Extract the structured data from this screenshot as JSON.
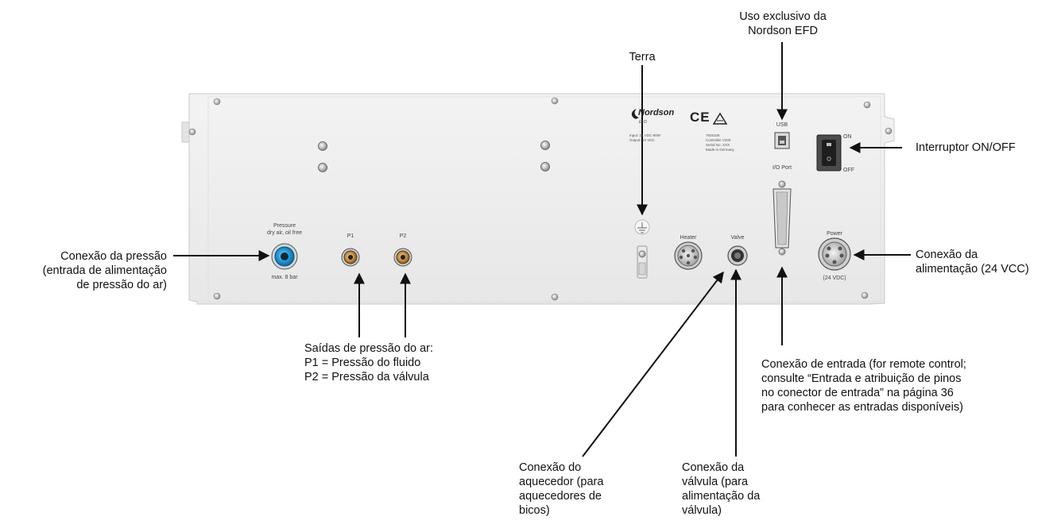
{
  "callouts": {
    "terra": "Terra",
    "uso_exclusivo": [
      "Uso exclusivo da",
      "Nordson EFD"
    ],
    "interruptor": "Interruptor ON/OFF",
    "conexao_pressao": [
      "Conexão da pressão",
      "(entrada de alimentação",
      "de pressão do ar)"
    ],
    "conexao_alimentacao": [
      "Conexão da",
      "alimentação (24 VCC)"
    ],
    "saidas": [
      "Saídas de pressão do ar:",
      "P1 = Pressão do fluido",
      "P2 = Pressão da válvula"
    ],
    "conexao_entrada": [
      "Conexão de entrada (for remote control;",
      "consulte “Entrada e atribuição de pinos",
      "no conector de entrada” na página 36",
      "para conhecer as entradas disponíveis)"
    ],
    "conexao_aquecedor": [
      "Conexão do",
      "aquecedor (para",
      "aquecedores de",
      "bicos)"
    ],
    "conexao_valvula": [
      "Conexão da",
      "válvula (para",
      "alimentação da",
      "válvula)"
    ]
  },
  "panel": {
    "pressure_label": [
      "Pressure",
      "dry air, oil free"
    ],
    "pressure_max": "max. 8 bar",
    "p1": "P1",
    "p2": "P2",
    "heater": "Heater",
    "valve": "Valve",
    "usb": "USB",
    "io_port": "I/O Port",
    "on": "ON",
    "off": "OFF",
    "power": "Power",
    "power_voltage": "(24 VDC)",
    "brand": "Nordson",
    "brand_sub": "EFD",
    "ce_mark": "CE",
    "info_left": [
      "Input:  24 VDC-90W",
      "Output: 24 VDC"
    ],
    "info_right": [
      "7925106",
      "Controller V200",
      "Serial No. XXX",
      "Made in Germany"
    ]
  },
  "colors": {
    "panel": "#efefef",
    "panel_edge": "#c9c9c9",
    "pressure_fitting": "#2a9fd6",
    "brass": "#b8863b",
    "line": "#111111"
  }
}
